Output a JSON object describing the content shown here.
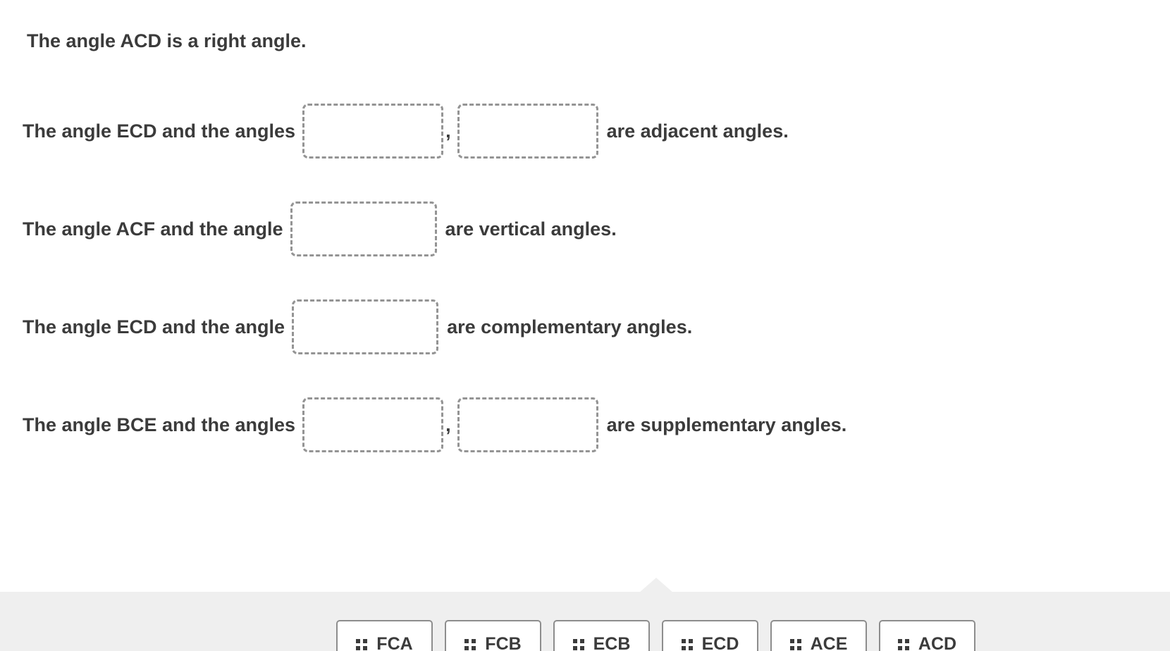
{
  "title": "The angle ACD is a right angle.",
  "sentences": [
    {
      "prefix": "The angle ECD and the angles",
      "separator": ",",
      "suffix": "are adjacent angles.",
      "blank_count": 2
    },
    {
      "prefix": "The angle ACF and the angle",
      "suffix": "are vertical angles.",
      "blank_count": 1
    },
    {
      "prefix": "The angle ECD and the angle",
      "suffix": "are complementary angles.",
      "blank_count": 1
    },
    {
      "prefix": "The angle BCE and the angles",
      "separator": ",",
      "suffix": "are supplementary angles.",
      "blank_count": 2
    }
  ],
  "tray": {
    "chips": [
      {
        "label": "FCA"
      },
      {
        "label": "FCB"
      },
      {
        "label": "ECB"
      },
      {
        "label": "ECD"
      },
      {
        "label": "ACE"
      },
      {
        "label": "ACD"
      }
    ],
    "drag_handle_icon": "2x2-dots"
  },
  "colors": {
    "text": "#3b3b3b",
    "tray_background": "#efefef",
    "chip_border": "#8d8d8d",
    "chip_background": "#ffffff",
    "blank_border": "#949494"
  }
}
